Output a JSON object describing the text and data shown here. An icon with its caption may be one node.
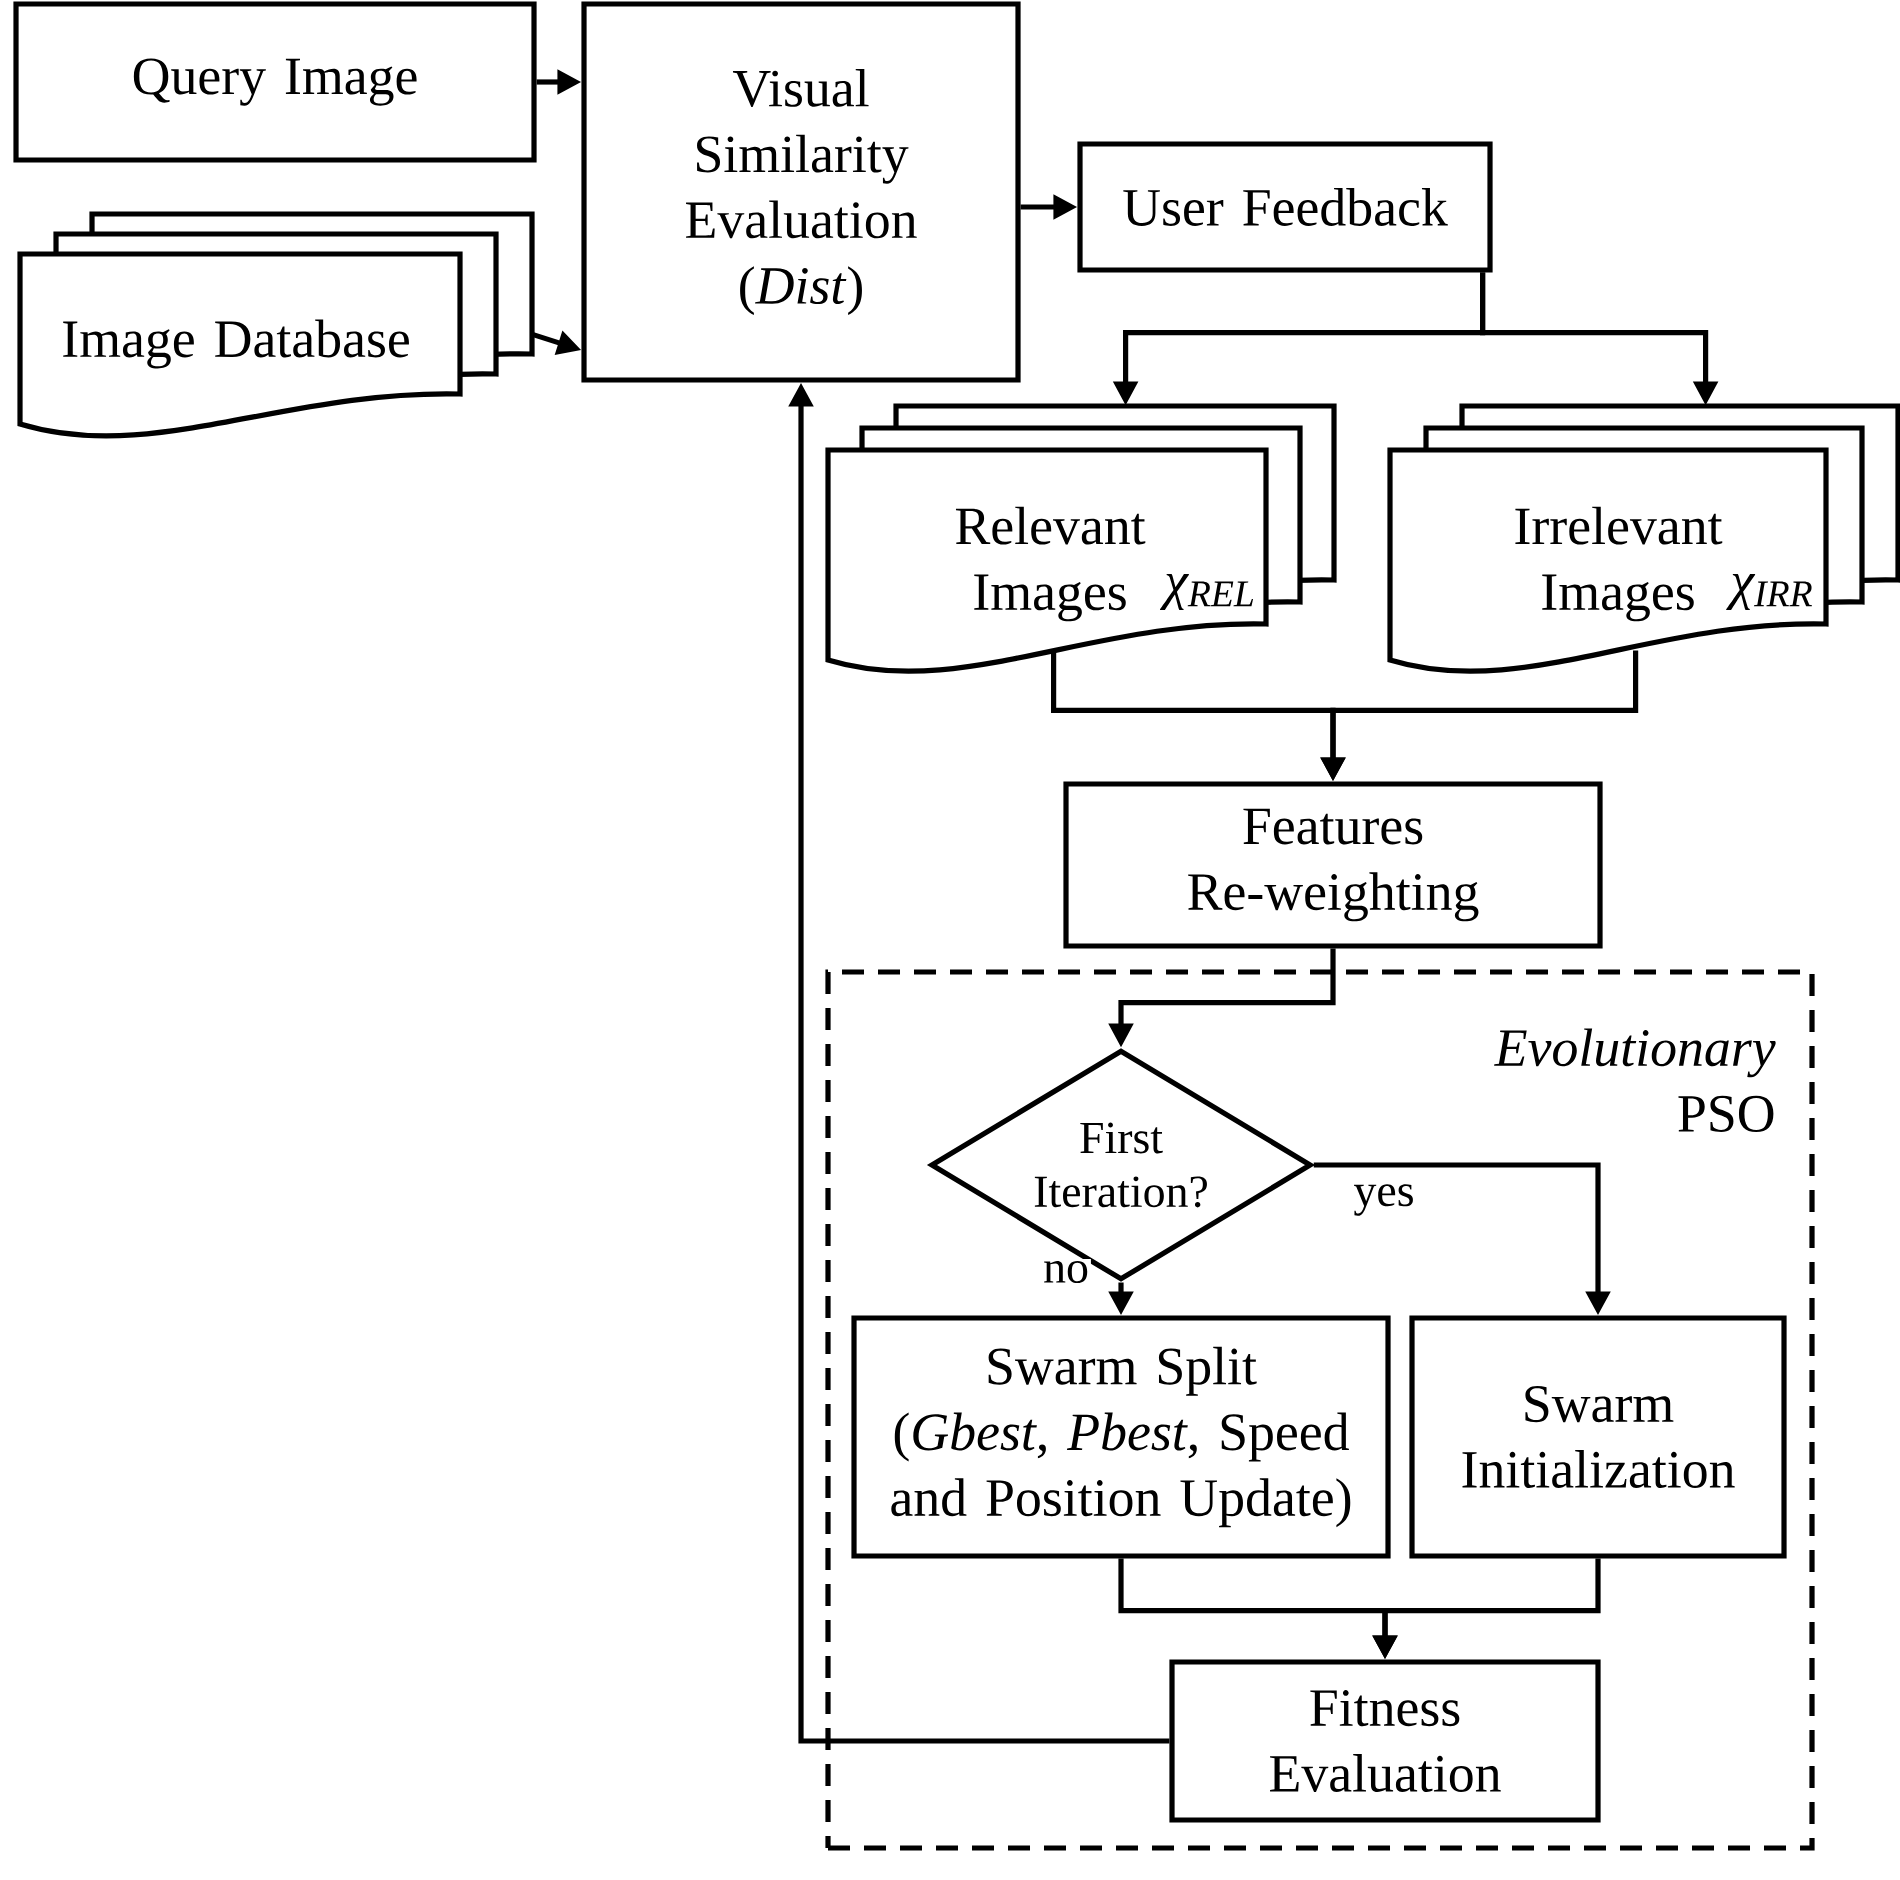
{
  "diagram": {
    "nodes": [
      {
        "text": [
          "Query Image"
        ]
      },
      {
        "text": [
          "Image Database"
        ]
      },
      {
        "text": [
          "Visual Similarity Evaluation (*Dist*)"
        ]
      },
      {
        "text": [
          "User Feedback"
        ]
      },
      {
        "text": [
          "Relevant Images",
          "χ$_{REL}$"
        ]
      },
      {
        "text": [
          "Irrelevant Images",
          "χ$_{IRR}$"
        ]
      },
      {
        "text": [
          "Features Re-weighting"
        ]
      },
      {
        "text": [
          "*Evolutionary* PSO"
        ]
      },
      {
        "text": [
          "First Iteration?"
        ],
        "in": 7
      },
      {
        "text": [
          "Swarm Split",
          "(*Gbest*, *Pbest*, Speed and Position Update)"
        ],
        "in": 7
      },
      {
        "text": [
          "Swarm Initialization"
        ],
        "in": 7
      },
      {
        "text": [
          "Fitness Evaluation"
        ],
        "in": 7
      }
    ],
    "edges": [
      {
        "from": 0,
        "to": 2,
        "arrow": "to"
      },
      {
        "from": 1,
        "to": 2,
        "arrow": "to"
      },
      {
        "from": 2,
        "to": 3,
        "arrow": "to"
      },
      {
        "from": 3,
        "to": 4,
        "arrow": "to"
      },
      {
        "from": 3,
        "to": 5,
        "arrow": "to"
      },
      {
        "from": 4,
        "to": 6,
        "arrow": "to"
      },
      {
        "from": 5,
        "to": 6,
        "arrow": "to"
      },
      {
        "from": 6,
        "to": 8,
        "arrow": "to"
      },
      {
        "from": 8,
        "to": 10,
        "arrow": "to",
        "label": "yes"
      },
      {
        "from": 8,
        "to": 9,
        "arrow": "to",
        "label": "no"
      },
      {
        "from": 9,
        "to": 11,
        "arrow": "to"
      },
      {
        "from": 10,
        "to": 11,
        "arrow": "to"
      },
      {
        "from": 11,
        "to": 2,
        "arrow": "to"
      }
    ]
  }
}
